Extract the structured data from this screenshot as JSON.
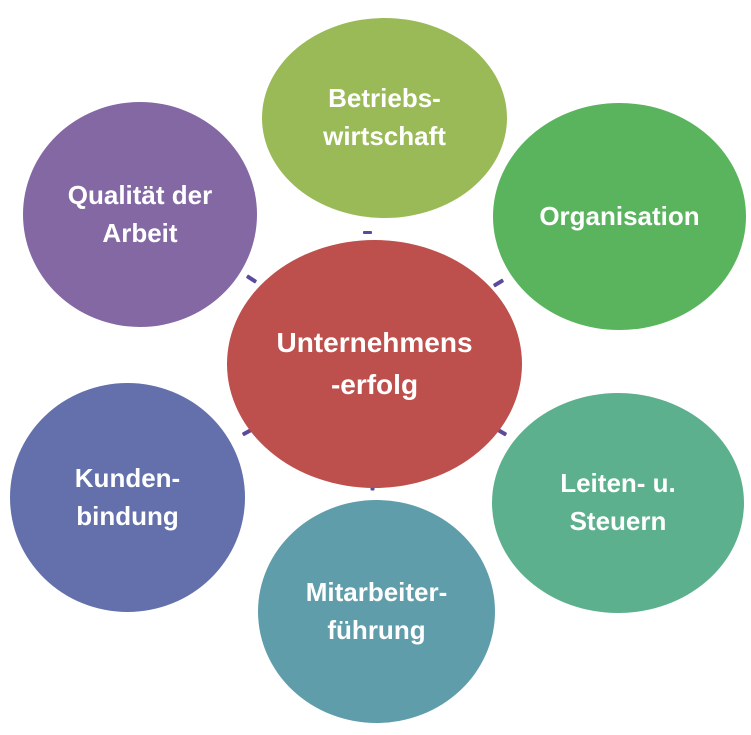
{
  "diagram": {
    "title_semantic": "Unternehmenserfolg Faktoren Diagramm",
    "background_color": "#ffffff",
    "text_color": "#ffffff",
    "connector_color": "#5c4a9c",
    "center": {
      "id": "unternehmenserfolg",
      "label": "Unternehmens\n-erfolg",
      "color": "#bd4f4c"
    },
    "satellites": [
      {
        "id": "betriebswirtschaft",
        "position": "top",
        "label": "Betriebs-\nwirtschaft",
        "color": "#9aba57"
      },
      {
        "id": "organisation",
        "position": "top-right",
        "label": "Organisation",
        "color": "#5ab45e"
      },
      {
        "id": "leiten-steuern",
        "position": "bottom-right",
        "label": "Leiten- u.\nSteuern",
        "color": "#5cb08d"
      },
      {
        "id": "mitarbeiterfuehrung",
        "position": "bottom",
        "label": "Mitarbeiter-\nführung",
        "color": "#5f9dab"
      },
      {
        "id": "kundenbindung",
        "position": "bottom-left",
        "label": "Kunden-\nbindung",
        "color": "#6370ab"
      },
      {
        "id": "qualitaet-der-arbeit",
        "position": "top-left",
        "label": "Qualität der\nArbeit",
        "color": "#8368a4"
      }
    ]
  }
}
